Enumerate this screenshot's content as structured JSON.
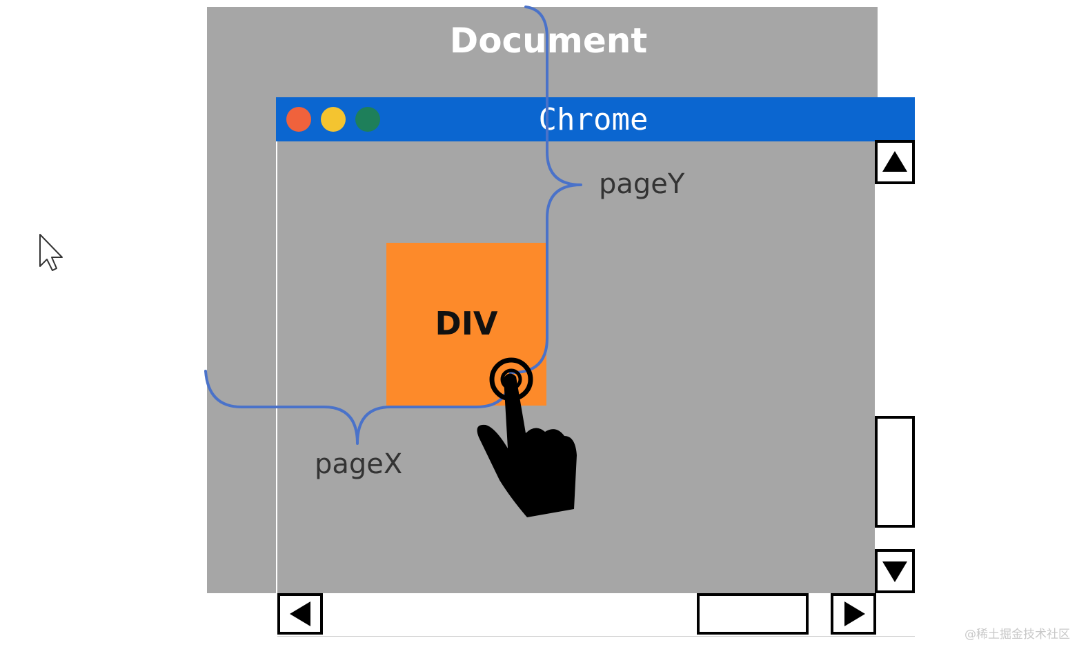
{
  "document": {
    "title": "Document"
  },
  "browser": {
    "title": "Chrome",
    "window_dots": [
      "red-dot",
      "yellow-dot",
      "green-dot"
    ]
  },
  "element": {
    "label": "DIV"
  },
  "labels": {
    "page_x": "pageX",
    "page_y": "pageY"
  },
  "watermark": "@稀土掘金技术社区",
  "icons": [
    "cursor-arrow-icon",
    "pointing-hand-icon",
    "click-target-icon",
    "up-arrow-icon",
    "down-arrow-icon",
    "left-arrow-icon",
    "right-arrow-icon"
  ],
  "colors": {
    "document_bg": "#a6a6a6",
    "titlebar": "#0b66d0",
    "div_box": "#fd8a2a",
    "brace": "#4a72c9",
    "dot_red": "#f0623c",
    "dot_yellow": "#f4c430",
    "dot_green": "#1e7f5a"
  }
}
